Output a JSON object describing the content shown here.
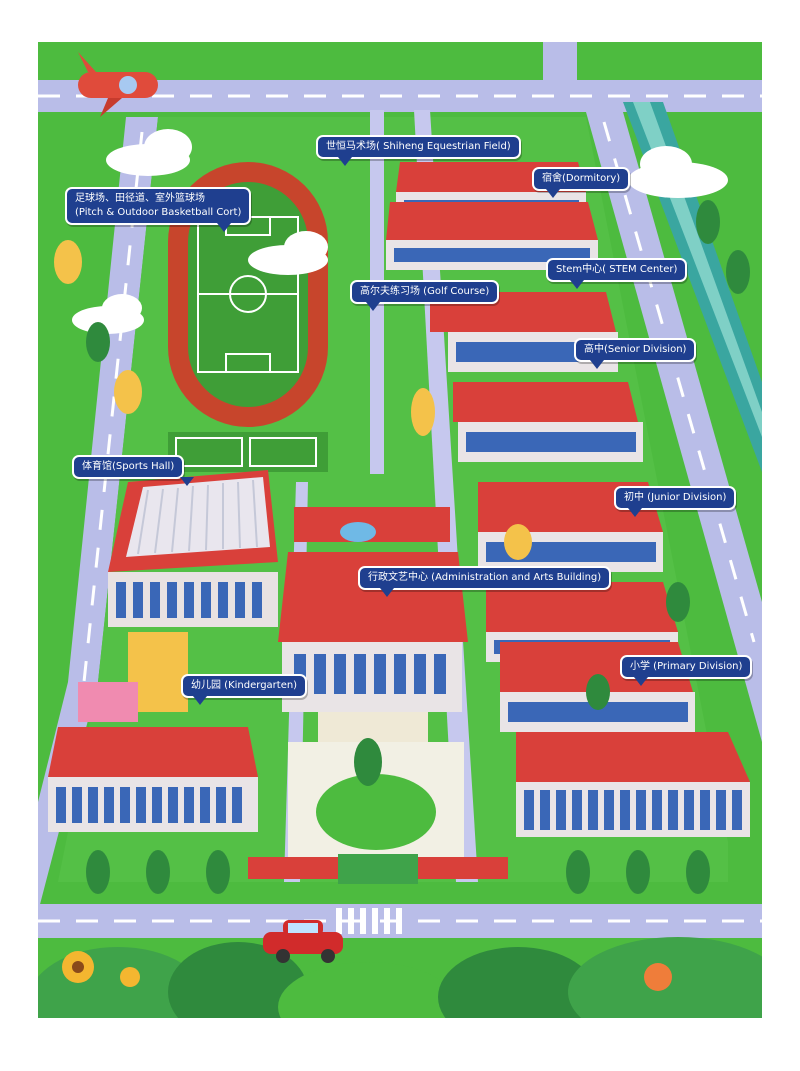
{
  "map": {
    "colors": {
      "grass": "#4dbb3f",
      "road": "#b9bde8",
      "track": "#c7452c",
      "roof": "#d9403a",
      "wall": "#e9e4e6",
      "window": "#3a67b7",
      "river": "#3aa6a0",
      "label_bg": "#1f3f8f",
      "label_text": "#ffffff"
    },
    "labels": {
      "equestrian": "世恒马术场( Shiheng Equestrian Field)",
      "pitch_cn": "足球场、田径道、室外篮球场",
      "pitch_en": "(Pitch & Outdoor Basketball Cort)",
      "dormitory": "宿舍(Dormitory)",
      "stem": "Stem中心( STEM Center)",
      "golf": "高尔夫练习场 (Golf Course)",
      "senior": "高中(Senior Division)",
      "sports_hall": "体育馆(Sports Hall)",
      "junior": "初中 (Junior Division)",
      "admin": "行政文艺中心 (Administration and Arts Building)",
      "primary": "小学 (Primary Division)",
      "kindergarten": "幼儿园 (Kindergarten)"
    }
  }
}
